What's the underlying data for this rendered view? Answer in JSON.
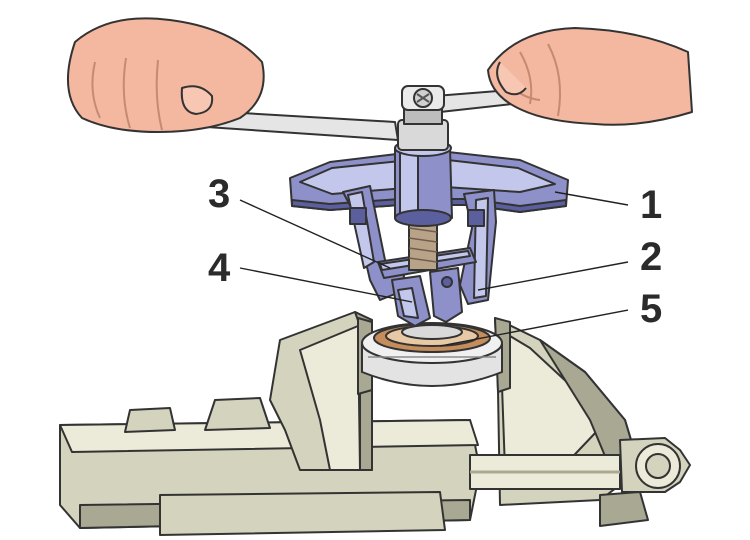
{
  "figure": {
    "callouts": [
      {
        "id": "c1",
        "label": "1"
      },
      {
        "id": "c2",
        "label": "2"
      },
      {
        "id": "c3",
        "label": "3"
      },
      {
        "id": "c4",
        "label": "4"
      },
      {
        "id": "c5",
        "label": "5"
      }
    ]
  },
  "colors": {
    "puller": "#8d90c9",
    "puller_shadow": "#5b5f9e",
    "puller_light": "#c4c7ec",
    "vise": "#d4d3bd",
    "vise_shadow": "#a9a893",
    "vise_light": "#ecebd9",
    "bearing_ring": "#d9d9d9",
    "bearing_seal": "#c58d5b",
    "skin": "#f4b7a0",
    "outline": "#333333"
  },
  "icons": [
    "left-hand",
    "right-hand",
    "wrench",
    "puller",
    "bearing",
    "bench-vise"
  ]
}
